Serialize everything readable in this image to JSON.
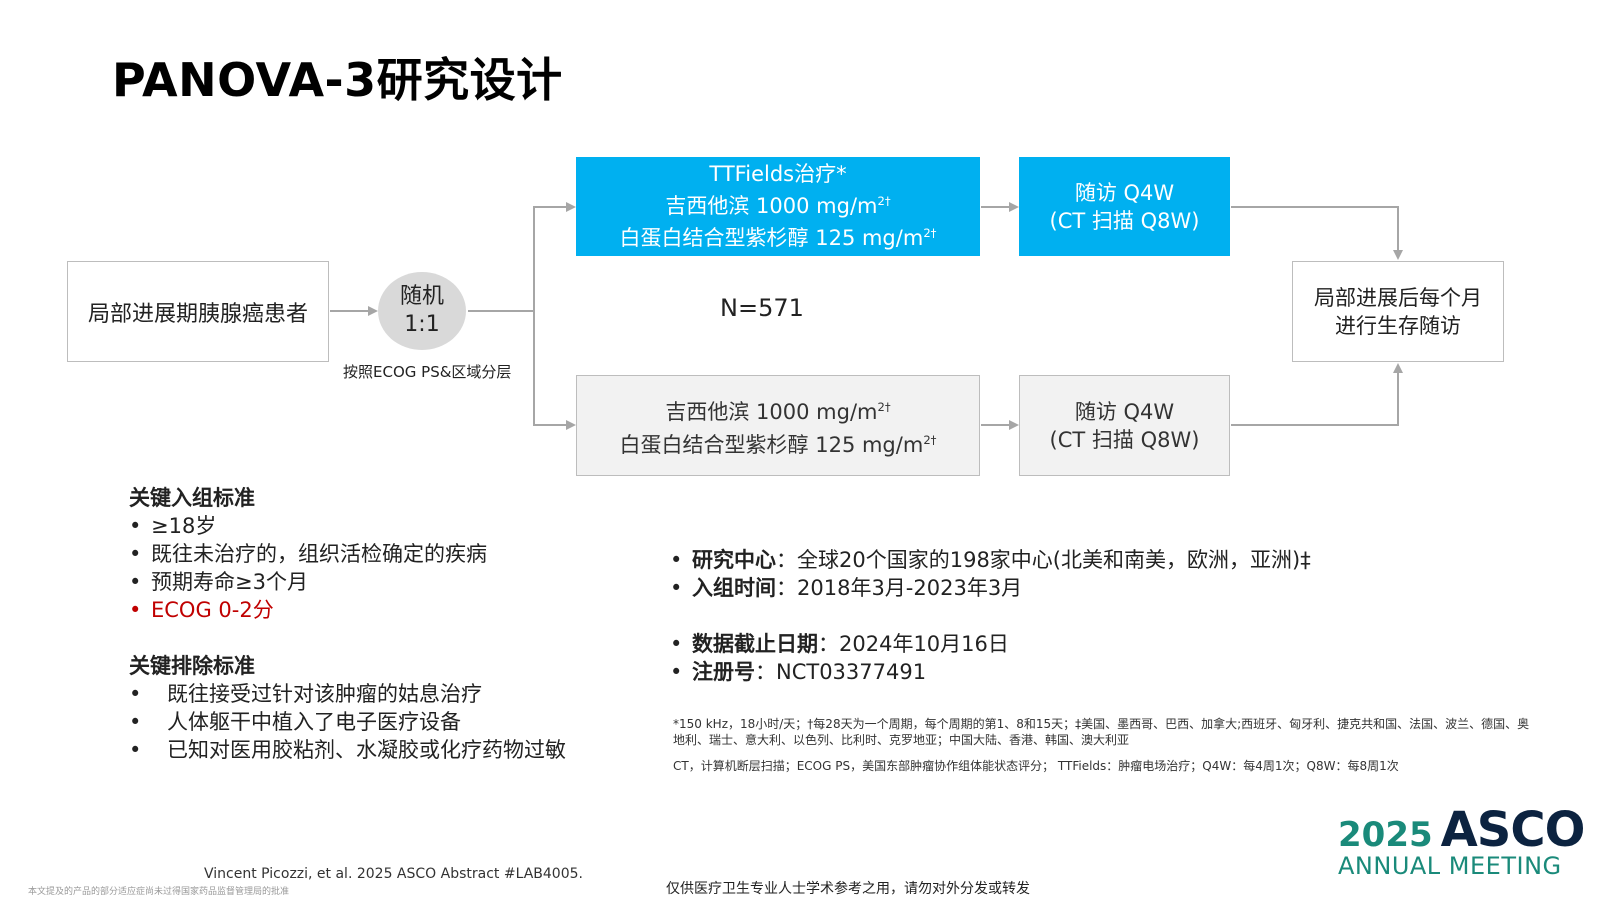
{
  "title": "PANOVA-3研究设计",
  "flow": {
    "patients": "局部进展期胰腺癌患者",
    "randomization": {
      "line1": "随机",
      "line2": "1:1"
    },
    "stratification": "按照ECOG PS&区域分层",
    "n_label": "N=571",
    "arm_a": {
      "line1": "TTFields治疗*",
      "line2": "吉西他滨 1000 mg/m",
      "line2_sup": "2†",
      "line3": "白蛋白结合型紫杉醇 125 mg/m",
      "line3_sup": "2†",
      "color": "#00b0f0"
    },
    "arm_b": {
      "line1": "吉西他滨 1000 mg/m",
      "line1_sup": "2†",
      "line2": "白蛋白结合型紫杉醇 125 mg/m",
      "line2_sup": "2†",
      "color": "#f2f2f2"
    },
    "followup_a": {
      "line1": "随访 Q4W",
      "line2": "(CT 扫描 Q8W)"
    },
    "followup_b": {
      "line1": "随访 Q4W",
      "line2": "(CT 扫描 Q8W)"
    },
    "survival": {
      "line1": "局部进展后每个月",
      "line2": "进行生存随访"
    }
  },
  "inclusion": {
    "heading": "关键入组标准",
    "items": [
      "≥18岁",
      "既往未治疗的，组织活检确定的疾病",
      "预期寿命≥3个月",
      "ECOG 0-2分"
    ],
    "highlight_color": "#c00000"
  },
  "exclusion": {
    "heading": "关键排除标准",
    "items": [
      "既往接受过针对该肿瘤的姑息治疗",
      "人体躯干中植入了电子医疗设备",
      "已知对医用胶粘剂、水凝胶或化疗药物过敏"
    ]
  },
  "study_info": [
    {
      "label": "研究中心",
      "sep": "：",
      "value": "全球20个国家的198家中心(北美和南美，欧洲，亚洲)‡"
    },
    {
      "label": "入组时间",
      "sep": "：",
      "value": "2018年3月-2023年3月"
    },
    {
      "label": "数据截止日期",
      "sep": "：",
      "value": "2024年10月16日"
    },
    {
      "label": "注册号",
      "sep": "：",
      "value": "NCT03377491"
    }
  ],
  "footnotes": {
    "fn1": "*150 kHz，18小时/天；†每28天为一个周期，每个周期的第1、8和15天；‡美国、墨西哥、巴西、加拿大;西班牙、匈牙利、捷克共和国、法国、波兰、德国、奥地利、瑞士、意大利、以色列、比利时、克罗地亚；中国大陆、香港、韩国、澳大利亚",
    "fn2": "CT，计算机断层扫描；ECOG PS，美国东部肿瘤协作组体能状态评分； TTFields：肿瘤电场治疗；Q4W：每4周1次；Q8W：每8周1次"
  },
  "citation": "Vincent Picozzi, et al. 2025 ASCO Abstract #LAB4005.",
  "disclaimer": "本文提及的产品的部分适应症尚未过得国家药品监督管理局的批准",
  "usage_note": "仅供医疗卫生专业人士学术参考之用，请勿对外分发或转发",
  "logo": {
    "year": "2025",
    "brand": "ASCO",
    "subtitle": "ANNUAL MEETING"
  },
  "colors": {
    "accent_blue": "#00b0f0",
    "arrow_grey": "#a6a6a6",
    "asco_teal": "#1a8a7a",
    "asco_navy": "#0c2340"
  }
}
